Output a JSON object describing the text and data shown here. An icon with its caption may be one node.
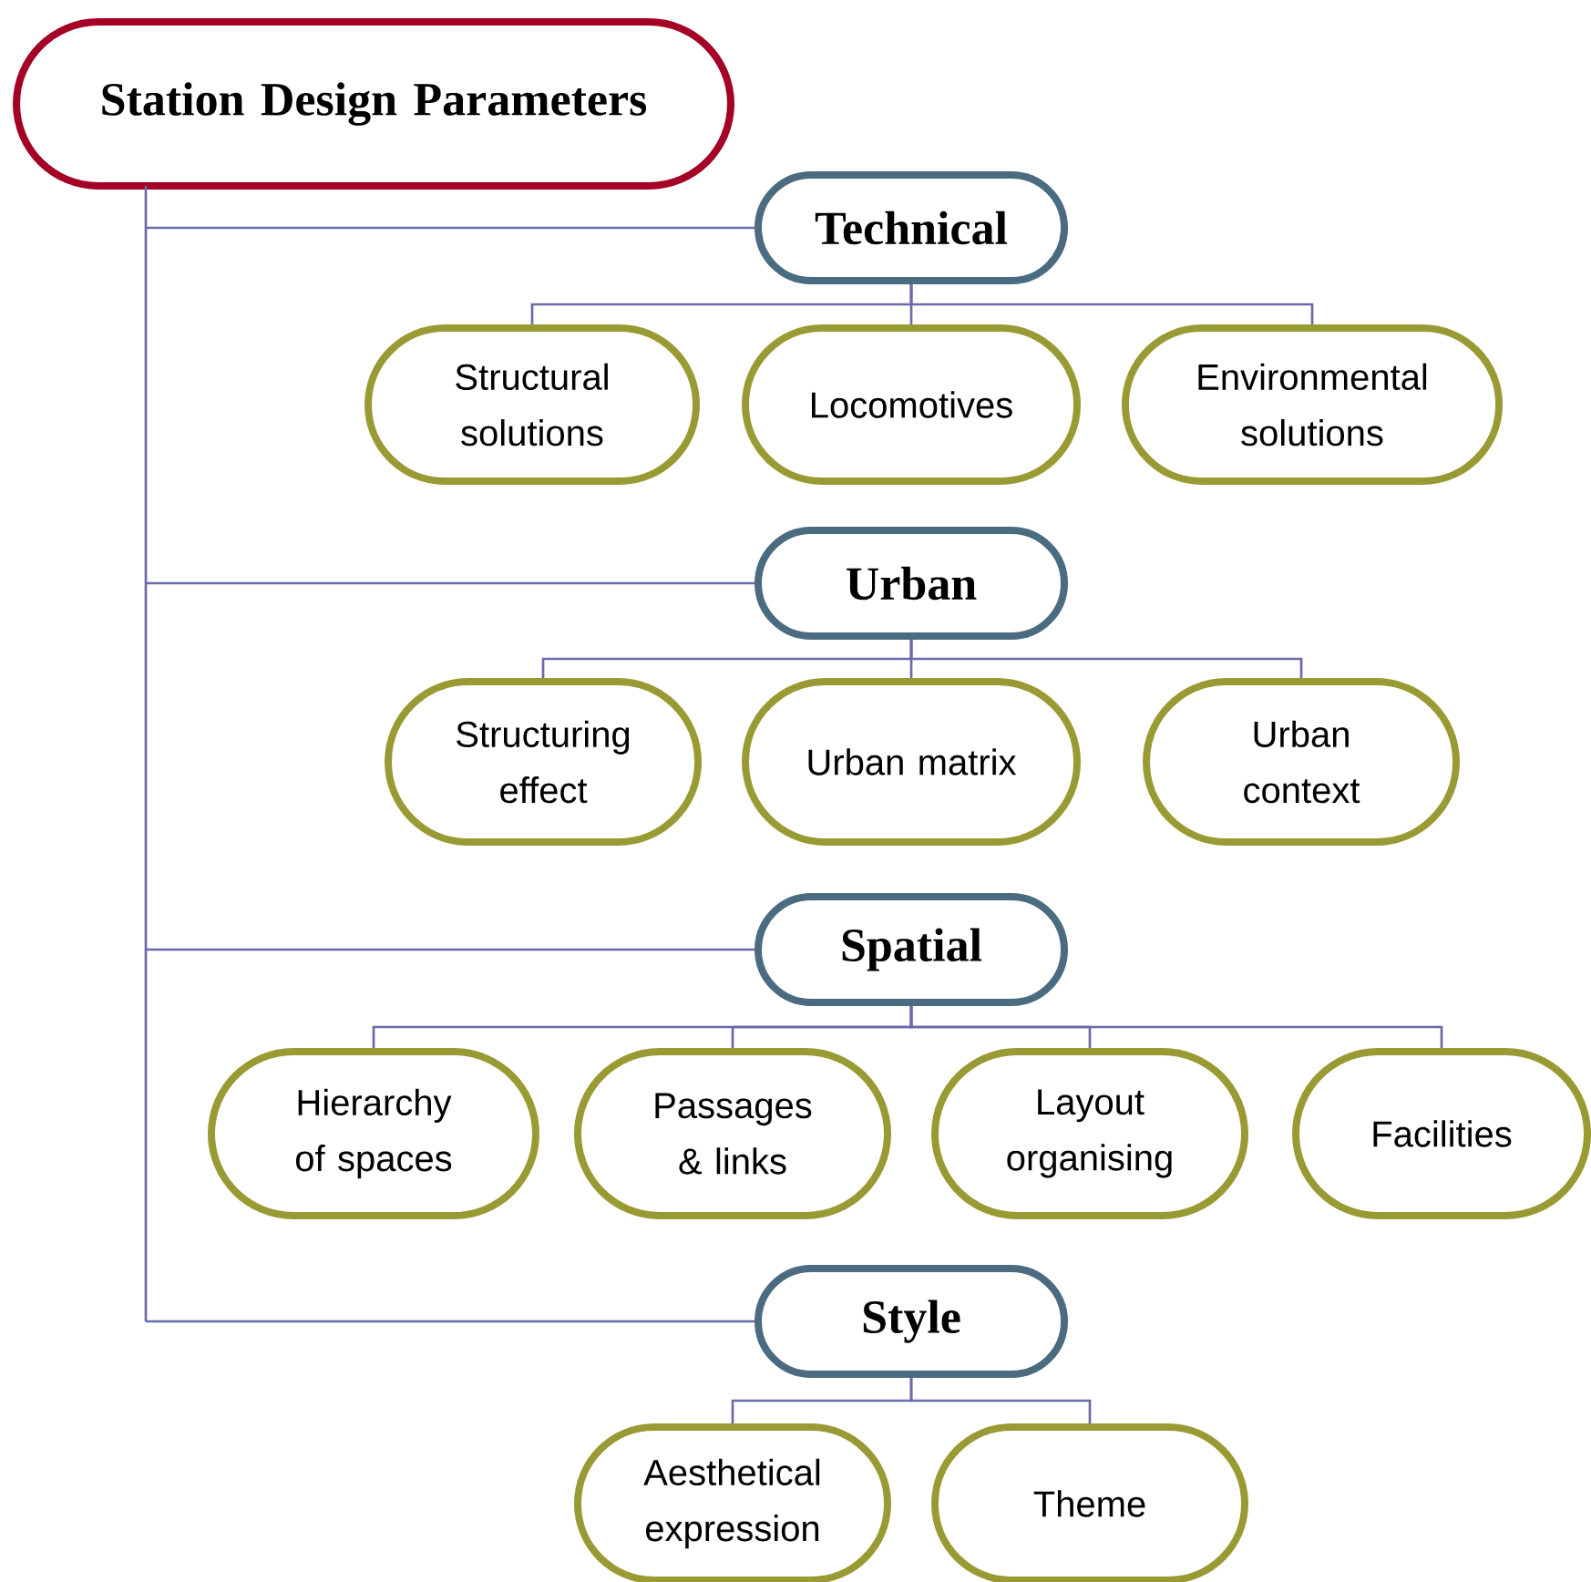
{
  "diagram": {
    "nodes": [
      {
        "text": [
          "Station Design Parameters"
        ]
      },
      {
        "text": [
          "Technical"
        ]
      },
      {
        "text": [
          "Structural solutions"
        ]
      },
      {
        "text": [
          "Locomotives"
        ]
      },
      {
        "text": [
          "Environmental solutions"
        ]
      },
      {
        "text": [
          "Urban"
        ]
      },
      {
        "text": [
          "Structuring effect"
        ]
      },
      {
        "text": [
          "Urban matrix"
        ]
      },
      {
        "text": [
          "Urban context"
        ]
      },
      {
        "text": [
          "Spatial"
        ]
      },
      {
        "text": [
          "Hierarchy of spaces"
        ]
      },
      {
        "text": [
          "Passages & links"
        ]
      },
      {
        "text": [
          "Layout organising"
        ]
      },
      {
        "text": [
          "Facilities"
        ]
      },
      {
        "text": [
          "Style"
        ]
      },
      {
        "text": [
          "Aesthetical expression"
        ]
      },
      {
        "text": [
          "Theme"
        ]
      }
    ],
    "edges": [
      {
        "from": 0,
        "to": 1,
        "arrow": "none"
      },
      {
        "from": 0,
        "to": 5,
        "arrow": "none"
      },
      {
        "from": 0,
        "to": 9,
        "arrow": "none"
      },
      {
        "from": 0,
        "to": 14,
        "arrow": "none"
      },
      {
        "from": 1,
        "to": 2,
        "arrow": "none"
      },
      {
        "from": 1,
        "to": 3,
        "arrow": "none"
      },
      {
        "from": 1,
        "to": 4,
        "arrow": "none"
      },
      {
        "from": 5,
        "to": 6,
        "arrow": "none"
      },
      {
        "from": 5,
        "to": 7,
        "arrow": "none"
      },
      {
        "from": 5,
        "to": 8,
        "arrow": "none"
      },
      {
        "from": 9,
        "to": 10,
        "arrow": "none"
      },
      {
        "from": 9,
        "to": 11,
        "arrow": "none"
      },
      {
        "from": 9,
        "to": 12,
        "arrow": "none"
      },
      {
        "from": 9,
        "to": 13,
        "arrow": "none"
      },
      {
        "from": 14,
        "to": 15,
        "arrow": "none"
      },
      {
        "from": 14,
        "to": 16,
        "arrow": "none"
      }
    ]
  }
}
